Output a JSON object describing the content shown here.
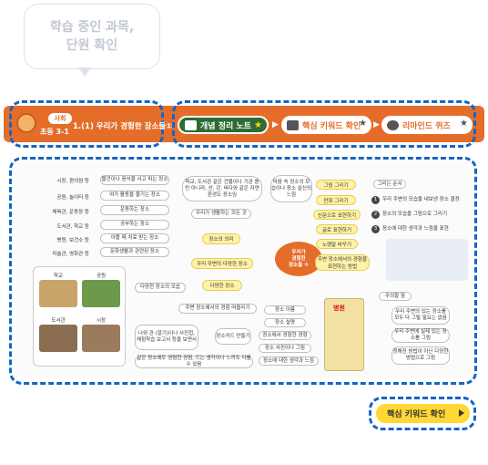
{
  "callout": {
    "text": "학습 중인 과목,\n단원 확인"
  },
  "header": {
    "subject": "사회",
    "grade": "초등 3-1",
    "unit": "1.(1) 우리가 경험한 장소들①",
    "steps": [
      "개념 정리 노트",
      "핵심 키워드 확인",
      "리마인드 퀴즈"
    ]
  },
  "mindmap": {
    "left_labels": [
      "시장, 편의점 등",
      "공원, 놀이터 등",
      "체육관, 운동장 등",
      "도서관, 학교 등",
      "병원, 보건소 등",
      "미술관, 영화관 등"
    ],
    "left_boxes": [
      "물건이나 음식을 사고 파는 장소",
      "여가 활동을 즐기는 장소",
      "운동하는 장소",
      "공부하는 장소",
      "아플 때 치료 받는 장소",
      "문화생활과 관련된 장소"
    ],
    "center_text": "우리가\n경험한\n장소들 ①",
    "definition": "학교, 도서관 같은 건물이나 기관 뿐만 아니라, 산, 강, 바다와 같은 자연환경도 장소임",
    "mid_nodes": [
      "우리가 생활하는 모든 곳",
      "장소의 의미",
      "우리 주변의 다양한 장소",
      "다양한 장소",
      "다양한 장소의 모습",
      "주변 장소에서의 경험 떠올리기"
    ],
    "exp_text": "나와 관 (알기)이나 사진첩, 체험학습 보고서 등을 보면서",
    "exp_text2": "같은 장소에도 경험한 경험, 드는 생각이나 느끼도 다를 수 있음",
    "exp_mid": "장소카드 만들기",
    "exp_items": [
      "장소 이름",
      "장소 설명",
      "장소에서 경험한 경험",
      "장소 사진이나 그림",
      "장소에 대한 생각과 느낌"
    ],
    "right_note": "마음 속 장소의 모습이나 장소 살신의 느낌",
    "methods": [
      "그림 그리기",
      "만화 그리기",
      "신문으로 표현하기",
      "글로 표현하기",
      "노랫말 바꾸기"
    ],
    "methods_title": "주변 장소에서의 경험을 표현하는 방법",
    "order_title": "그리는 순서",
    "order_items": [
      "우리 주변의 모습을 내보낸 장소 결정",
      "장소의 모습을 그림으로 그리기",
      "장소에 대한 생각과 느낌을 표현"
    ],
    "notes_title": "주의할 점",
    "notes": [
      "우리 주변의 있는 장소를 모두 다 그릴 필요는 없음",
      "우리 주변에 실제 있는 장소를 그림",
      "정해진 방법이 아닌 다양한 방법으로 그림"
    ]
  },
  "photos": {
    "labels": [
      "학교",
      "공원",
      "도서관",
      "시장"
    ]
  },
  "poster": {
    "title": "병원"
  },
  "bottom_button": {
    "label": "핵심 키워드 확인"
  }
}
